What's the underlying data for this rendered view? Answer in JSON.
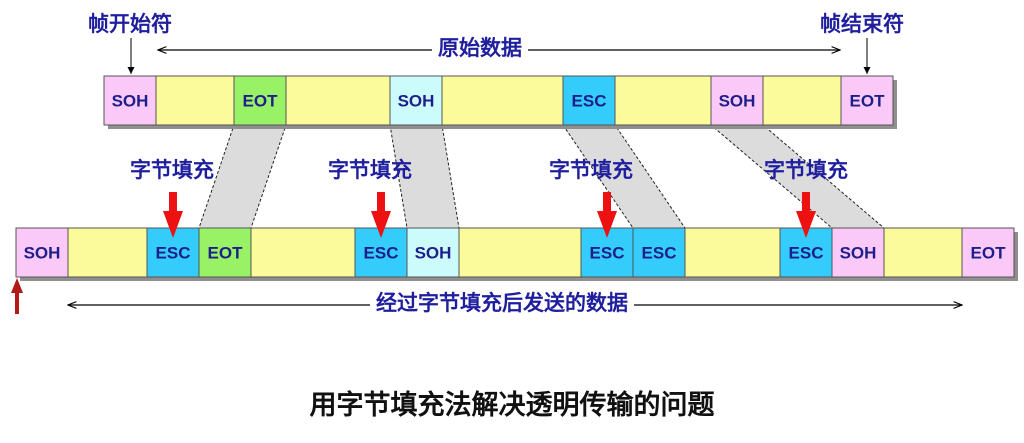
{
  "labels": {
    "frame_start": "帧开始符",
    "frame_end": "帧结束符",
    "original_data": "原始数据",
    "stuffed_data": "经过字节填充后发送的数据",
    "byte_stuffing": "字节填充"
  },
  "caption": "用字节填充法解决透明传输的问题",
  "original_frame": [
    {
      "label": "SOH",
      "kind": "soh"
    },
    {
      "label": "",
      "kind": "data"
    },
    {
      "label": "EOT",
      "kind": "eot"
    },
    {
      "label": "",
      "kind": "data"
    },
    {
      "label": "SOH",
      "kind": "soh_data"
    },
    {
      "label": "",
      "kind": "data"
    },
    {
      "label": "ESC",
      "kind": "esc"
    },
    {
      "label": "",
      "kind": "data"
    },
    {
      "label": "SOH",
      "kind": "soh"
    },
    {
      "label": "",
      "kind": "data"
    },
    {
      "label": "EOT",
      "kind": "soh"
    }
  ],
  "stuffed_frame": [
    {
      "label": "SOH",
      "kind": "soh"
    },
    {
      "label": "",
      "kind": "data"
    },
    {
      "label": "ESC",
      "kind": "esc"
    },
    {
      "label": "EOT",
      "kind": "eot"
    },
    {
      "label": "",
      "kind": "data"
    },
    {
      "label": "ESC",
      "kind": "esc"
    },
    {
      "label": "SOH",
      "kind": "soh_data"
    },
    {
      "label": "",
      "kind": "data"
    },
    {
      "label": "ESC",
      "kind": "esc"
    },
    {
      "label": "ESC",
      "kind": "esc"
    },
    {
      "label": "",
      "kind": "data"
    },
    {
      "label": "ESC",
      "kind": "esc"
    },
    {
      "label": "SOH",
      "kind": "soh"
    },
    {
      "label": "",
      "kind": "data"
    },
    {
      "label": "EOT",
      "kind": "soh"
    }
  ],
  "colors": {
    "data": "#fbfb9c",
    "soh": "#fbc9f7",
    "soh_data": "#ccfbfb",
    "eot": "#99f266",
    "esc": "#33ccfb",
    "label_blue": "#1f1f9e",
    "stuff_arrow": "#ee1111",
    "start_arrow": "#b31b1b",
    "mapping_band": "#dcdcdc",
    "box_shadow": "#8f8f8f"
  }
}
